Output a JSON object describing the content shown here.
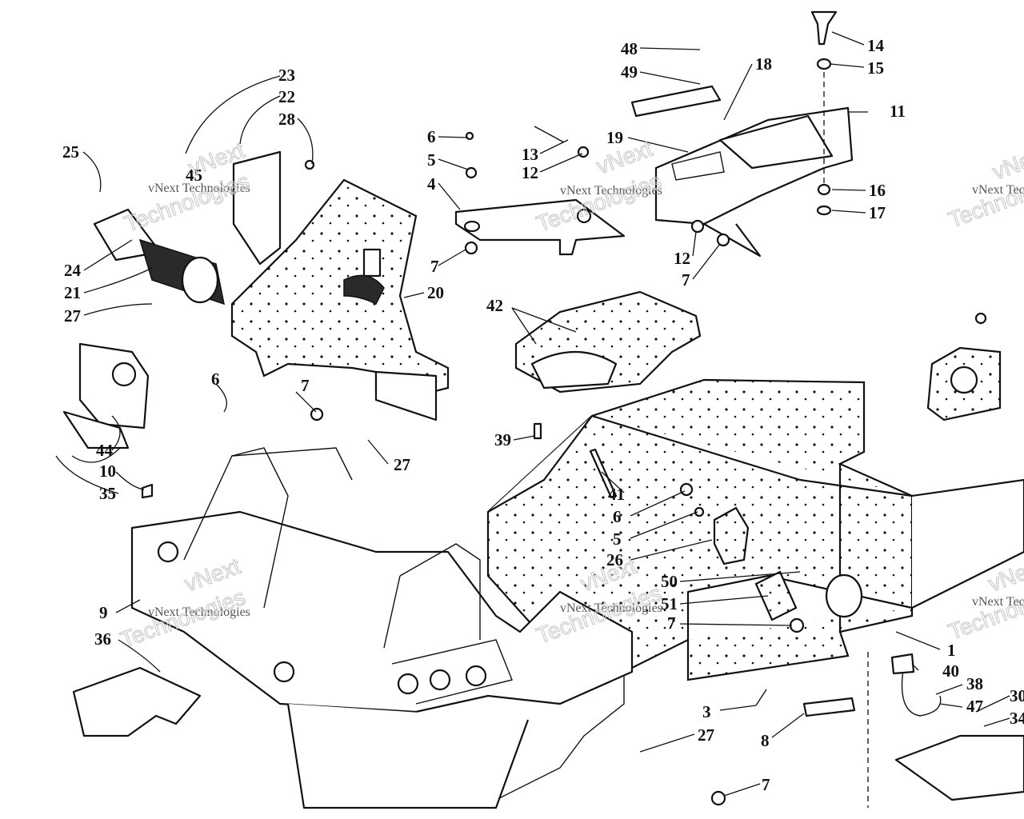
{
  "watermark": {
    "line1": "vNext",
    "line2": "vNext Technologies",
    "line3": "Technologies"
  },
  "callouts": [
    "1",
    "3",
    "4",
    "5",
    "5",
    "6",
    "6",
    "6",
    "7",
    "7",
    "7",
    "7",
    "7",
    "7",
    "8",
    "9",
    "10",
    "11",
    "12",
    "12",
    "13",
    "14",
    "15",
    "16",
    "17",
    "18",
    "19",
    "20",
    "21",
    "22",
    "23",
    "24",
    "25",
    "26",
    "27",
    "27",
    "27",
    "28",
    "30",
    "34",
    "35",
    "36",
    "38",
    "39",
    "40",
    "41",
    "42",
    "44",
    "45",
    "47",
    "48",
    "49",
    "50",
    "51"
  ],
  "colors": {
    "ink": "#111111",
    "paper": "#ffffff",
    "watermark": "#c9c9c9"
  }
}
